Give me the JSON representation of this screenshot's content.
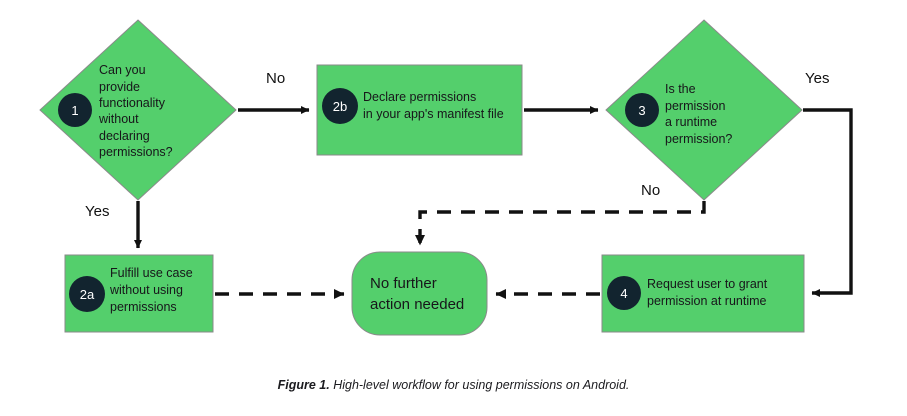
{
  "figure": {
    "caption_label": "Figure 1.",
    "caption_text": "High-level workflow for using permissions on Android."
  },
  "colors": {
    "node_fill": "#54cf6c",
    "node_stroke": "#8a8a8a",
    "badge_fill": "#12242f",
    "badge_text": "#ffffff",
    "line": "#111111",
    "background": "#ffffff",
    "text": "#17161a"
  },
  "nodes": [
    {
      "id": "node-1",
      "badge": "1",
      "shape": "diamond",
      "bold_text": "Can you\nprovide\nfunctionality",
      "plain_text": "without\ndeclaring\npermissions?"
    },
    {
      "id": "node-2b",
      "badge": "2b",
      "shape": "rectangle",
      "bold_text": "Declare permissions",
      "plain_text": "in your app's manifest file"
    },
    {
      "id": "node-3",
      "badge": "3",
      "shape": "diamond",
      "plain_text": "Is the\npermission",
      "bold_text": "a runtime\npermission?"
    },
    {
      "id": "node-2a",
      "badge": "2a",
      "shape": "rectangle",
      "bold_text": "Fulfill use case",
      "plain_text": "without using\npermissions"
    },
    {
      "id": "node-4",
      "badge": "4",
      "shape": "rectangle",
      "bold_text": "Request user to grant",
      "plain_text": "permission at runtime"
    },
    {
      "id": "node-terminal",
      "shape": "rounded-rectangle",
      "plain_text": "No further\naction needed"
    }
  ],
  "edges": [
    {
      "id": "edge-1-to-2b",
      "label": "No",
      "style": "solid",
      "from": "node-1",
      "to": "node-2b"
    },
    {
      "id": "edge-1-to-2a",
      "label": "Yes",
      "style": "solid",
      "from": "node-1",
      "to": "node-2a"
    },
    {
      "id": "edge-2b-to-3",
      "label": "",
      "style": "solid",
      "from": "node-2b",
      "to": "node-3"
    },
    {
      "id": "edge-3-to-4",
      "label": "Yes",
      "style": "solid",
      "from": "node-3",
      "to": "node-4"
    },
    {
      "id": "edge-3-to-terminal",
      "label": "No",
      "style": "dashed",
      "from": "node-3",
      "to": "node-terminal"
    },
    {
      "id": "edge-2a-to-terminal",
      "label": "",
      "style": "dashed",
      "from": "node-2a",
      "to": "node-terminal"
    },
    {
      "id": "edge-4-to-terminal",
      "label": "",
      "style": "dashed",
      "from": "node-4",
      "to": "node-terminal"
    }
  ]
}
